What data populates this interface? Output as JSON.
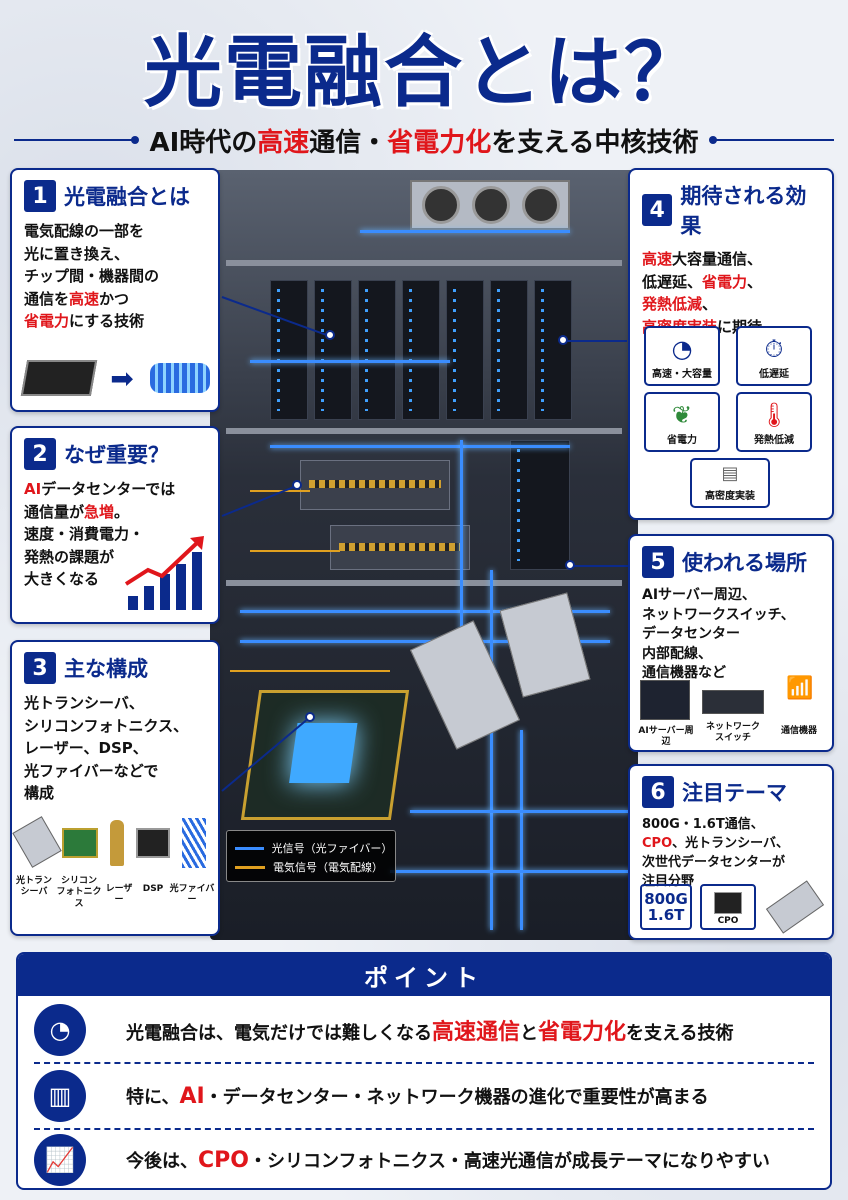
{
  "title": "光電融合とは？",
  "subtitle": {
    "pre": "AI時代の",
    "hl1": "高速",
    "mid1": "通信・",
    "hl2": "省電力化",
    "post": "を支える中核技術"
  },
  "legend": {
    "optical": "光信号（光ファイバー）",
    "electric": "電気信号（電気配線）"
  },
  "colors": {
    "navy": "#0b2a8c",
    "red": "#e0161b",
    "fiber": "#3a8dff",
    "wire": "#e0a020"
  },
  "cards": {
    "c1": {
      "num": "1",
      "title": "光電融合とは",
      "l1": "電気配線の一部を",
      "l2": "光に置き換え、",
      "l3": "チップ間・機器間の",
      "l4a": "通信を",
      "l4hl": "高速",
      "l4b": "かつ",
      "l5hl": "省電力",
      "l5b": "にする技術",
      "icons": [
        "chip-icon",
        "arrow-right-icon",
        "fiber-icon"
      ]
    },
    "c2": {
      "num": "2",
      "title": "なぜ重要？",
      "l1hl": "AI",
      "l1b": "データセンターでは",
      "l2a": "通信量が",
      "l2hl": "急増",
      "l2b": "。",
      "l3": "速度・消費電力・",
      "l4": "発熱の課題が",
      "l5": "大きくなる"
    },
    "c3": {
      "num": "3",
      "title": "主な構成",
      "l1": "光トランシーバ、",
      "l2": "シリコンフォトニクス、",
      "l3": "レーザー、DSP、",
      "l4": "光ファイバーなどで",
      "l5": "構成",
      "parts": [
        "光トラン\nシーバ",
        "シリコン\nフォトニクス",
        "レーザー",
        "DSP",
        "光ファイバー"
      ]
    },
    "c4": {
      "num": "4",
      "title": "期待される効果",
      "l1hl": "高速",
      "l1b": "大容量通信、",
      "l2a": "低遅延、",
      "l2hl": "省電力",
      "l2b": "、",
      "l3hl": "発熱低減",
      "l3b": "、",
      "l4hl": "高密度実装",
      "l4b": "に期待",
      "tiles": [
        "高速・大容量",
        "低遅延",
        "省電力",
        "発熱低減",
        "高密度実装"
      ]
    },
    "c5": {
      "num": "5",
      "title": "使われる場所",
      "l1": "AIサーバー周辺、",
      "l2": "ネットワークスイッチ、",
      "l3": "データセンター",
      "l4": "内部配線、",
      "l5": "通信機器など",
      "items": [
        "AIサーバー周辺",
        "ネットワーク\nスイッチ",
        "通信機器"
      ]
    },
    "c6": {
      "num": "6",
      "title": "注目テーマ",
      "l1": "800G・1.6T通信、",
      "l2hl": "CPO",
      "l2b": "、光トランシーバ、",
      "l3": "次世代データセンターが",
      "l4": "注目分野",
      "badge1": "800G",
      "badge2": "1.6T",
      "cpo": "CPO"
    }
  },
  "point": {
    "header": "ポイント",
    "r1a": "光電融合は、電気だけでは難しくなる",
    "r1hl1": "高速通信",
    "r1b": "と",
    "r1hl2": "省電力化",
    "r1c": "を支える技術",
    "r2a": "特に、",
    "r2hl": "AI",
    "r2b": "・データセンター・ネットワーク機器の進化で重要性が高まる",
    "r3a": "今後は、",
    "r3hl": "CPO",
    "r3b": "・シリコンフォトニクス・高速光通信が成長テーマになりやすい"
  }
}
